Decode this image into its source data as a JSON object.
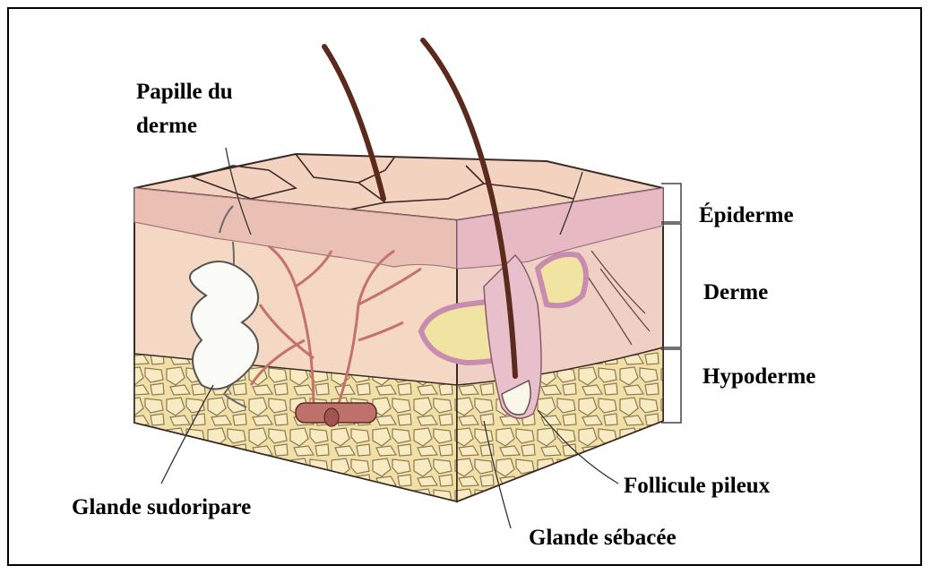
{
  "labels": {
    "papille": [
      "Papille du",
      "derme"
    ],
    "epiderme": "Épiderme",
    "derme": "Derme",
    "hypoderme": "Hypoderme",
    "follicule": "Follicule pileux",
    "sudoripare": "Glande sudoripare",
    "sebacee": "Glande sébacée"
  },
  "colors": {
    "epidermis": "#efc9b7",
    "dermis": "#f4d6bf",
    "dermis_side": "#edc7b9",
    "fat": "#f4e4ad",
    "vessel": "#c4726c",
    "hair": "#5a2a1c",
    "gland": "#f2e7a0",
    "gland_border": "#c98cb1"
  }
}
